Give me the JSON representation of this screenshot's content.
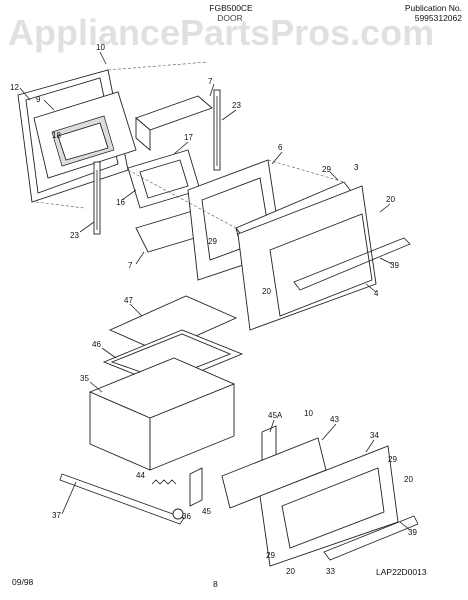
{
  "header": {
    "model": "FGB500CE",
    "subtitle": "DOOR",
    "publication_label": "Publication No.",
    "publication_number": "5995312062",
    "watermark": "AppliancePartsPros.com"
  },
  "footer": {
    "date": "09/98",
    "page": "8",
    "drawing_code": "LAP22D0013"
  },
  "callouts": {
    "c10a": "10",
    "c12": "12",
    "c9": "9",
    "c18": "18",
    "c7a": "7",
    "c23a": "23",
    "c17": "17",
    "c16": "16",
    "c23b": "23",
    "c7b": "7",
    "c6": "6",
    "c29a": "29",
    "c3": "3",
    "c20a": "20",
    "c29b": "29",
    "c39a": "39",
    "c20b": "20",
    "c4": "4",
    "c47": "47",
    "c46": "46",
    "c35": "35",
    "c45A": "45A",
    "c10b": "10",
    "c43": "43",
    "c34": "34",
    "c29c": "29",
    "c20c": "20",
    "c44": "44",
    "c45": "45",
    "c37": "37",
    "c36": "36",
    "c29d": "29",
    "c39b": "39",
    "c20d": "20",
    "c33": "33"
  }
}
